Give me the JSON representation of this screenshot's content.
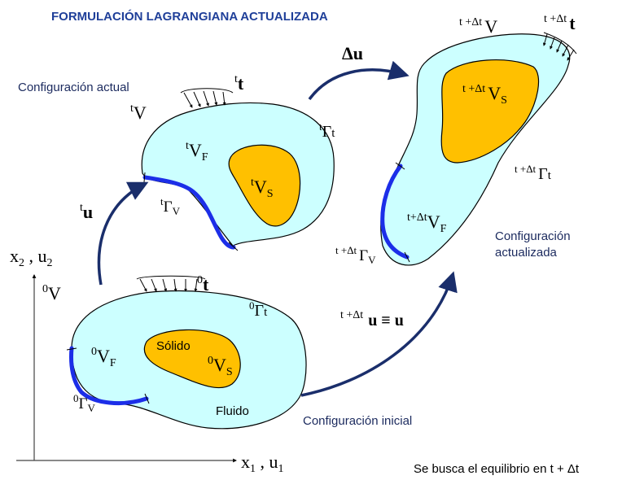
{
  "title": "FORMULACIÓN LAGRANGIANA ACTUALIZADA",
  "colors": {
    "fluid": "#ccffff",
    "solid": "#ffc000",
    "boundary": "#1c2ee8",
    "arrow": "#1a2e6b",
    "title": "#1f3f99"
  },
  "configs": {
    "initial": {
      "caption": "Configuración inicial",
      "solid_word": "Sólido",
      "fluid_word": "Fluido",
      "V": {
        "pre": "0",
        "base": "V"
      },
      "VF": {
        "pre": "0",
        "base": "V",
        "sub": "F"
      },
      "VS": {
        "pre": "0",
        "base": "V",
        "sub": "S"
      },
      "Gt": {
        "pre": "0",
        "base": "Γ",
        "sub": "t"
      },
      "Gv": {
        "pre": "0",
        "base": "Γ",
        "sub": "V"
      },
      "t": {
        "pre": "0",
        "base": "t"
      }
    },
    "actual": {
      "caption": "Configuración actual",
      "V": {
        "pre": "t",
        "base": "V"
      },
      "VF": {
        "pre": "t",
        "base": "V",
        "sub": "F"
      },
      "VS": {
        "pre": "t",
        "base": "V",
        "sub": "S"
      },
      "Gt": {
        "pre": "t",
        "base": "Γ",
        "sub": "t"
      },
      "Gv": {
        "pre": "t",
        "base": "Γ",
        "sub": "V"
      },
      "t": {
        "pre": "t",
        "base": "t"
      }
    },
    "updated": {
      "caption_line1": "Configuración",
      "caption_line2": "actualizada",
      "V": {
        "pre": "t +Δt",
        "base": "V"
      },
      "VF": {
        "pre": "t+Δt",
        "base": "V",
        "sub": "F"
      },
      "VS": {
        "pre": "t +Δt",
        "base": "V",
        "sub": "S"
      },
      "Gt": {
        "pre": "t +Δt",
        "base": "Γ",
        "sub": "t"
      },
      "Gv": {
        "pre": "t +Δt",
        "base": "Γ",
        "sub": "V"
      },
      "t": {
        "pre": "t +Δt",
        "base": "t"
      }
    }
  },
  "displacements": {
    "tu": {
      "pre": "t",
      "base": "u"
    },
    "du": "Δu",
    "full": {
      "pre": "t +Δt",
      "rest": "u ≡ u"
    }
  },
  "axes": {
    "y": {
      "base1": "x",
      "sub1": "2",
      "sep": " , ",
      "base2": "u",
      "sub2": "2"
    },
    "x": {
      "base1": "x",
      "sub1": "1",
      "sep": " , ",
      "base2": "u",
      "sub2": "1"
    }
  },
  "footer": "Se busca el equilibrio en t + Δt"
}
